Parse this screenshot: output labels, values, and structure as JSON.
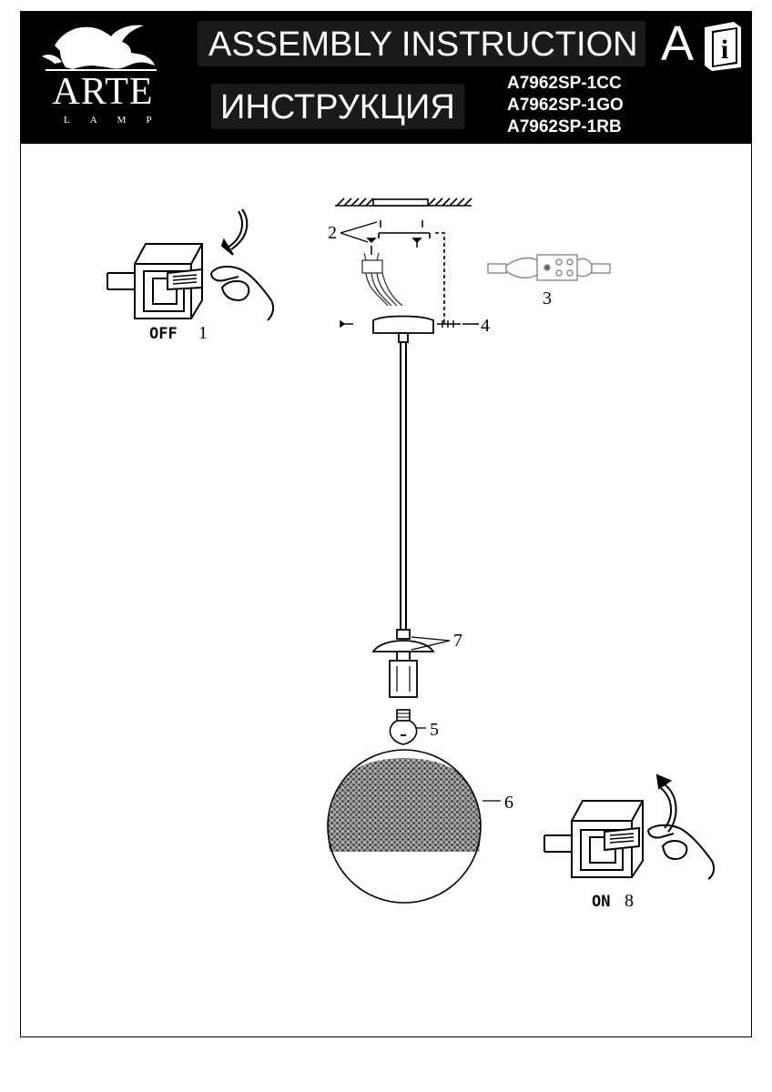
{
  "header": {
    "brand_name": "ARTE",
    "brand_sub": "LAMP",
    "title_en": "ASSEMBLY INSTRUCTION",
    "title_ru": "ИНСТРУКЦИЯ",
    "badge_letter": "A",
    "badge_icon": "manual-book-info-icon",
    "models": [
      "A7962SP-1CC",
      "A7962SP-1GO",
      "A7962SP-1RB"
    ]
  },
  "steps": {
    "off_state": "OFF",
    "off_num": "1",
    "screws_num": "2",
    "connector_num": "3",
    "mount_screw_num": "4",
    "bulb_num": "5",
    "shade_num": "6",
    "cap_num": "7",
    "on_state": "ON",
    "on_num": "8"
  }
}
